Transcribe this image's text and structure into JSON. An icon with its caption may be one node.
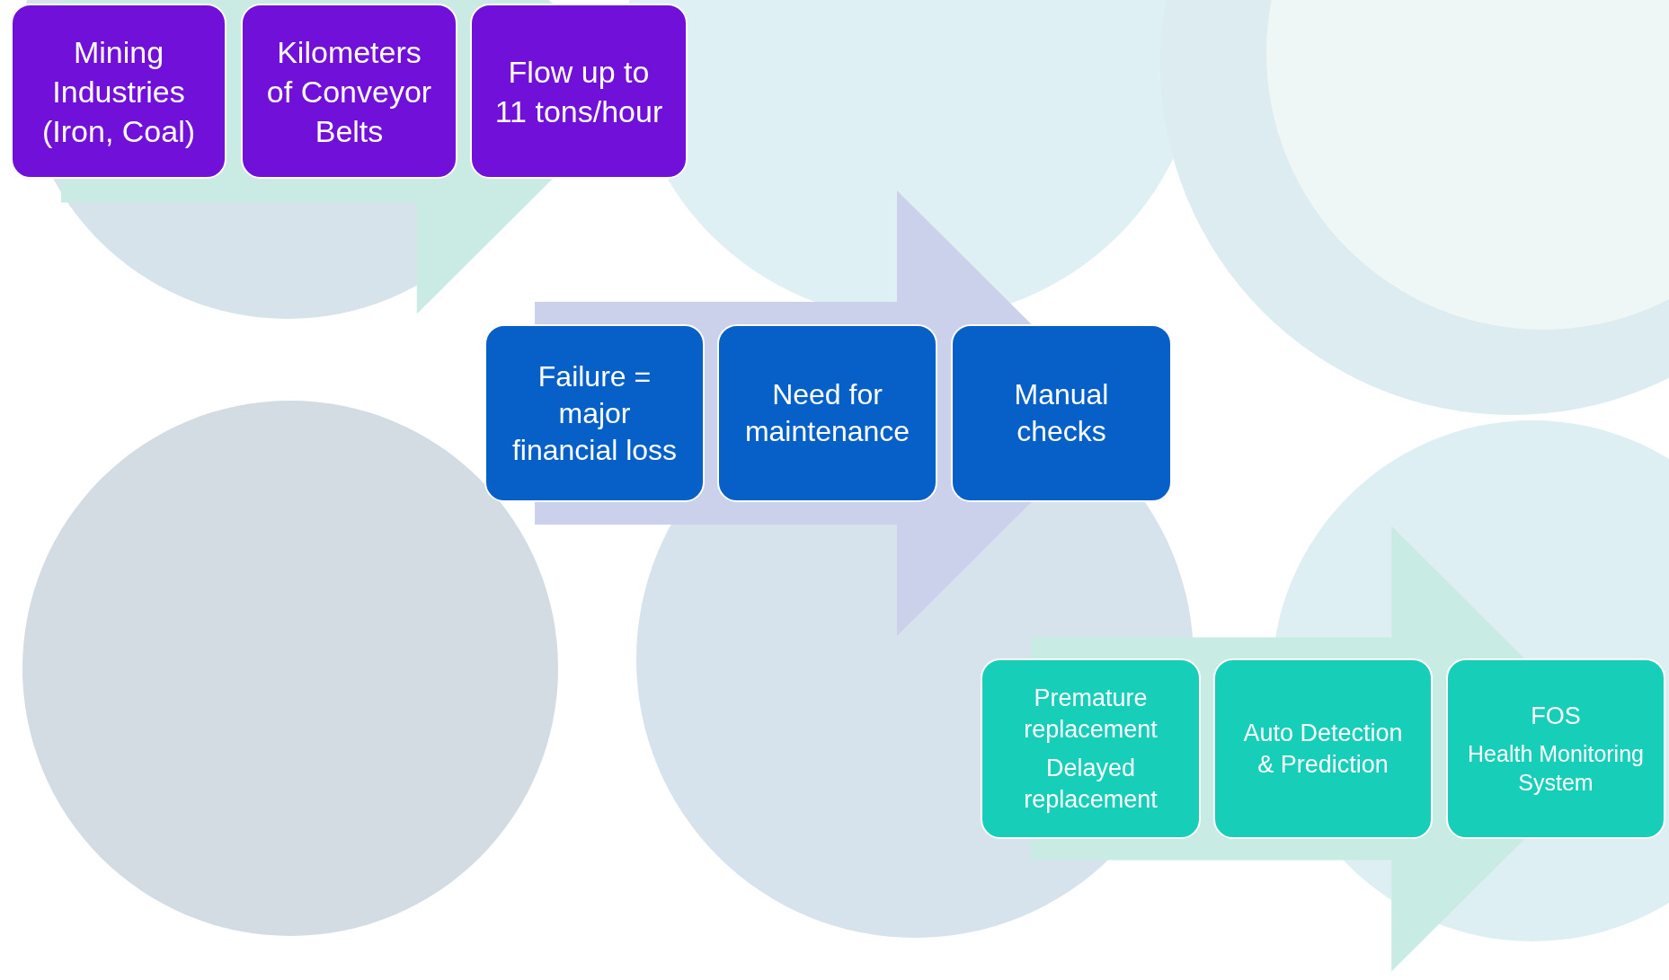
{
  "diagram": {
    "nodes": [
      {
        "text": [
          "Mining Industries (Iron, Coal)"
        ]
      },
      {
        "text": [
          "Kilometers of Conveyor Belts"
        ]
      },
      {
        "text": [
          "Flow up to 11 tons/hour"
        ]
      },
      {
        "text": [
          "Failure = major financial loss"
        ]
      },
      {
        "text": [
          "Need for maintenance"
        ]
      },
      {
        "text": [
          "Manual checks"
        ]
      },
      {
        "text": [
          "Premature replacement",
          "Delayed replacement"
        ]
      },
      {
        "text": [
          "Auto Detection & Prediction"
        ]
      },
      {
        "text": [
          "FOS",
          "Health Monitoring System"
        ]
      }
    ],
    "edges": [
      {
        "from": 0,
        "to": 2,
        "arrow": "to",
        "style": "thick",
        "color": "#c9ebe3"
      },
      {
        "from": 3,
        "to": 5,
        "arrow": "to",
        "style": "thick",
        "color": "#cbd1ea"
      },
      {
        "from": 6,
        "to": 8,
        "arrow": "to",
        "style": "thick",
        "color": "#c8ece4"
      }
    ]
  }
}
